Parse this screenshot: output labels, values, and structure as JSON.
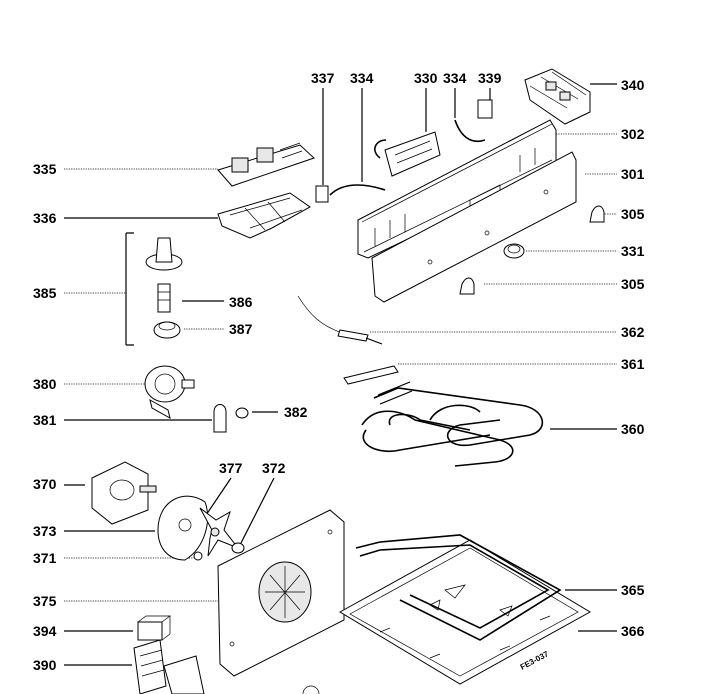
{
  "labels": {
    "l337": "337",
    "l334a": "334",
    "l330": "330",
    "l334b": "334",
    "l339": "339",
    "l340": "340",
    "l302": "302",
    "l335": "335",
    "l301": "301",
    "l336": "336",
    "l305a": "305",
    "l331": "331",
    "l385": "385",
    "l305b": "305",
    "l386": "386",
    "l387": "387",
    "l362": "362",
    "l361": "361",
    "l380": "380",
    "l381": "381",
    "l382": "382",
    "l360": "360",
    "l377": "377",
    "l372": "372",
    "l370": "370",
    "l373": "373",
    "l371": "371",
    "l365": "365",
    "l375": "375",
    "l394": "394",
    "l366": "366",
    "l390": "390"
  },
  "stamp": "FE3-037"
}
